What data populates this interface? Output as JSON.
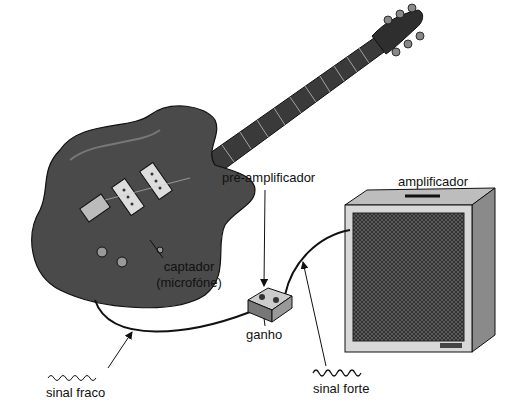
{
  "diagram": {
    "labels": [
      "pré-amplificador",
      "amplificador",
      "captador (microfóne)",
      "ganho",
      "sinal fraco",
      "sinal forte"
    ]
  }
}
